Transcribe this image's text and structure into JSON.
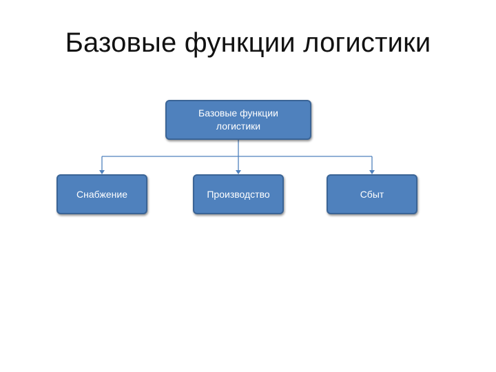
{
  "slide": {
    "title": "Базовые функции логистики"
  },
  "diagram": {
    "root": {
      "label": "Базовые функции логистики"
    },
    "children": [
      {
        "label": "Снабжение"
      },
      {
        "label": "Производство"
      },
      {
        "label": "Сбыт"
      }
    ],
    "colors": {
      "box_fill": "#4f81bd",
      "box_border": "#3a6496",
      "connector": "#4f81bd"
    }
  }
}
